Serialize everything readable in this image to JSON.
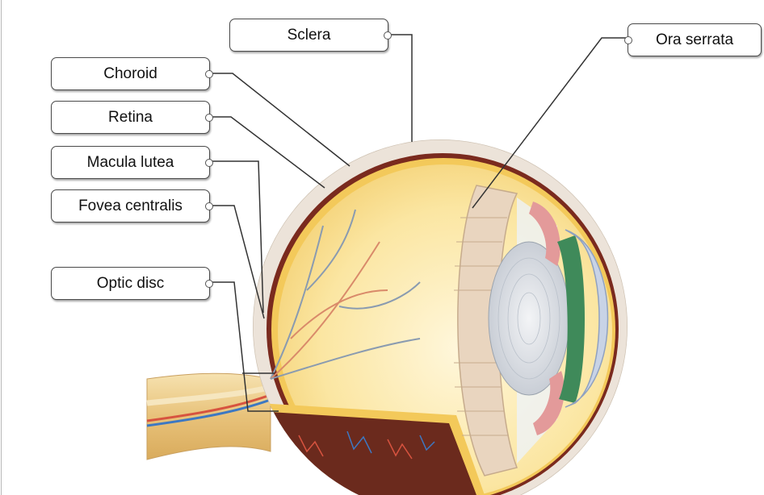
{
  "labels": {
    "sclera": "Sclera",
    "ora_serrata": "Ora serrata",
    "choroid": "Choroid",
    "retina": "Retina",
    "macula_lutea": "Macula lutea",
    "fovea_centralis": "Fovea centralis",
    "optic_disc": "Optic disc"
  },
  "colors": {
    "sclera": "#ece3d9",
    "choroid": "#7a2a1e",
    "retina": "#f3c95a",
    "vitreous": "#fbe7a6",
    "ciliary_body": "#e9d5bf",
    "lens": "#dfe3e8",
    "iris": "#3f8a5a",
    "cornea": "#c8d3e6",
    "optic_nerve": "#f0d59a",
    "blood_vessel_red": "#d7533f",
    "blood_vessel_blue": "#3d78c2",
    "leader_line": "#333333"
  }
}
